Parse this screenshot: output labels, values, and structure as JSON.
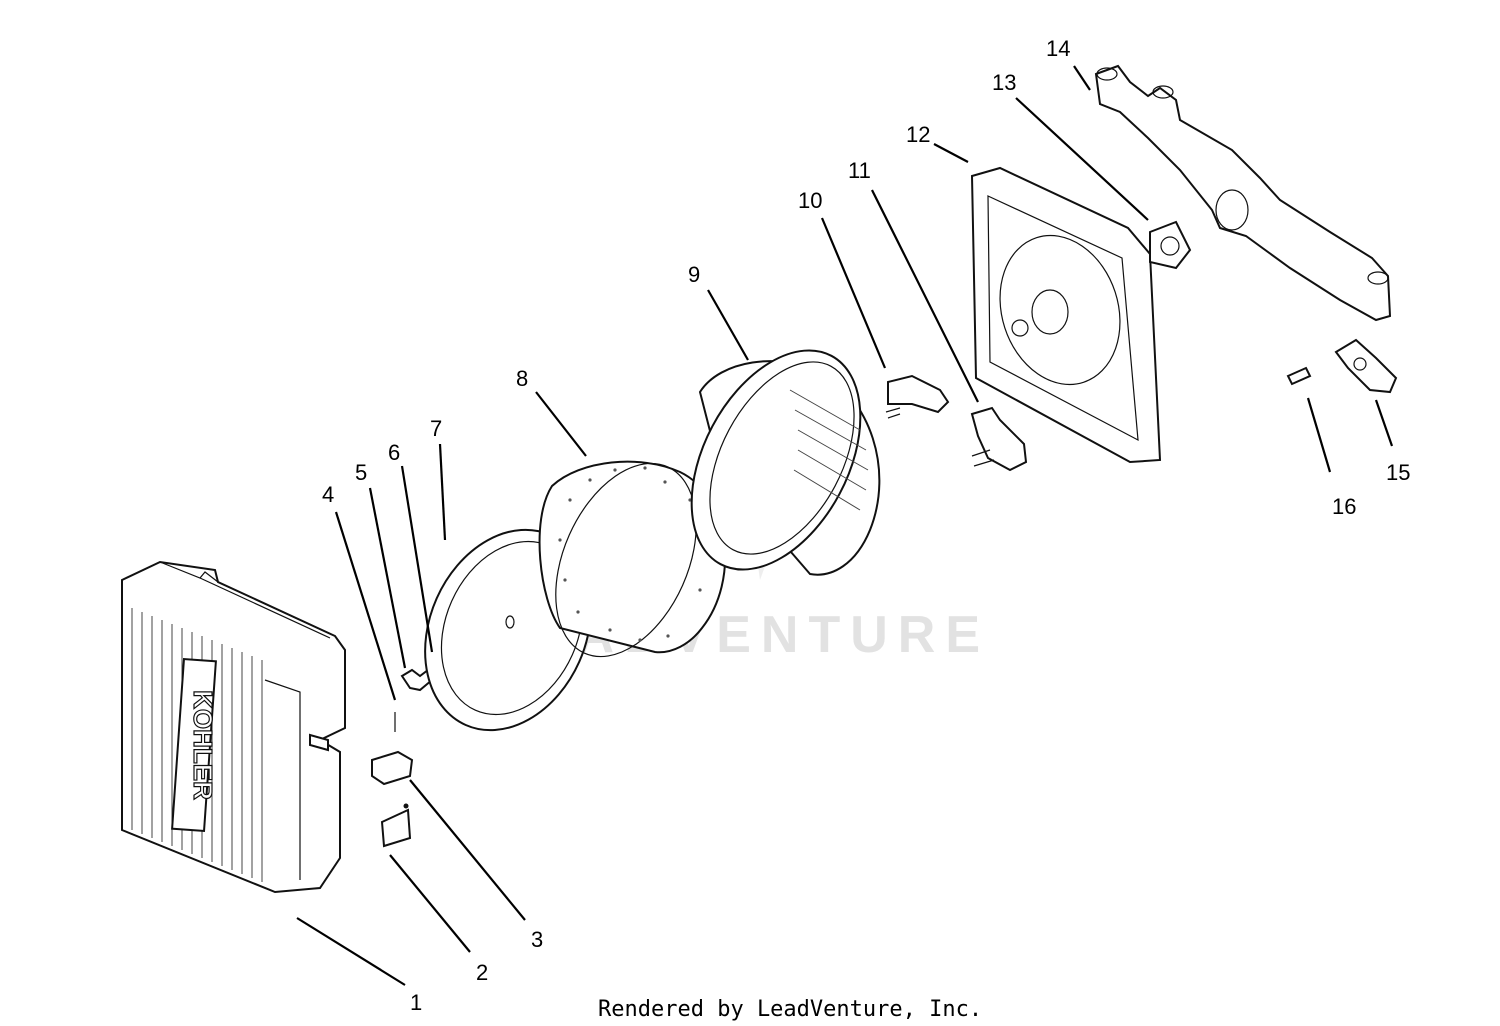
{
  "diagram": {
    "callouts": [
      "1",
      "2",
      "3",
      "4",
      "5",
      "6",
      "7",
      "8",
      "9",
      "10",
      "11",
      "12",
      "13",
      "14",
      "15",
      "16"
    ],
    "housing_text": "KOHLER",
    "watermark": "LEADVENTURE",
    "footer": "Rendered by LeadVenture, Inc."
  },
  "colors": {
    "ink": "#000000",
    "watermark": "#e2e2e2",
    "background": "#ffffff"
  }
}
